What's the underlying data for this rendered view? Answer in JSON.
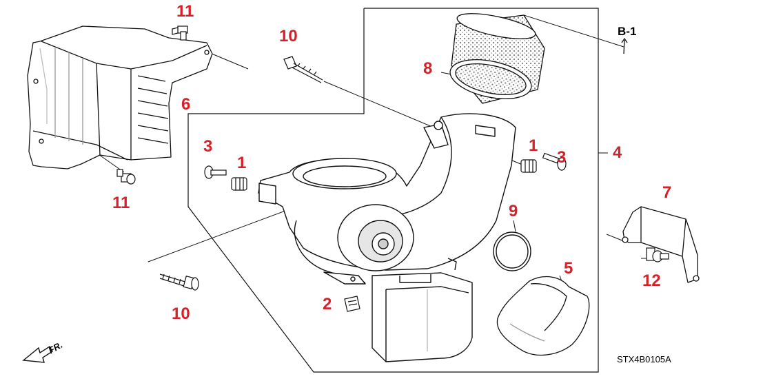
{
  "colors": {
    "callout": "#d4212a",
    "line": "#111111",
    "part_fill": "#ffffff",
    "shade": "#cfcfcf",
    "filter_dots": "#8a8a8a"
  },
  "callouts": {
    "c1a": "1",
    "c1b": "1",
    "c2": "2",
    "c3a": "3",
    "c3b": "3",
    "c4": "4",
    "c5": "5",
    "c6": "6",
    "c7": "7",
    "c8": "8",
    "c9": "9",
    "c10a": "10",
    "c10b": "10",
    "c11a": "11",
    "c11b": "11",
    "c12": "12"
  },
  "reference": "B-1",
  "direction": "FR.",
  "diagram_code": "STX4B0105A",
  "icons": {
    "front_arrow": "front-direction-arrow-icon",
    "ref_arrow": "reference-arrow-icon"
  }
}
